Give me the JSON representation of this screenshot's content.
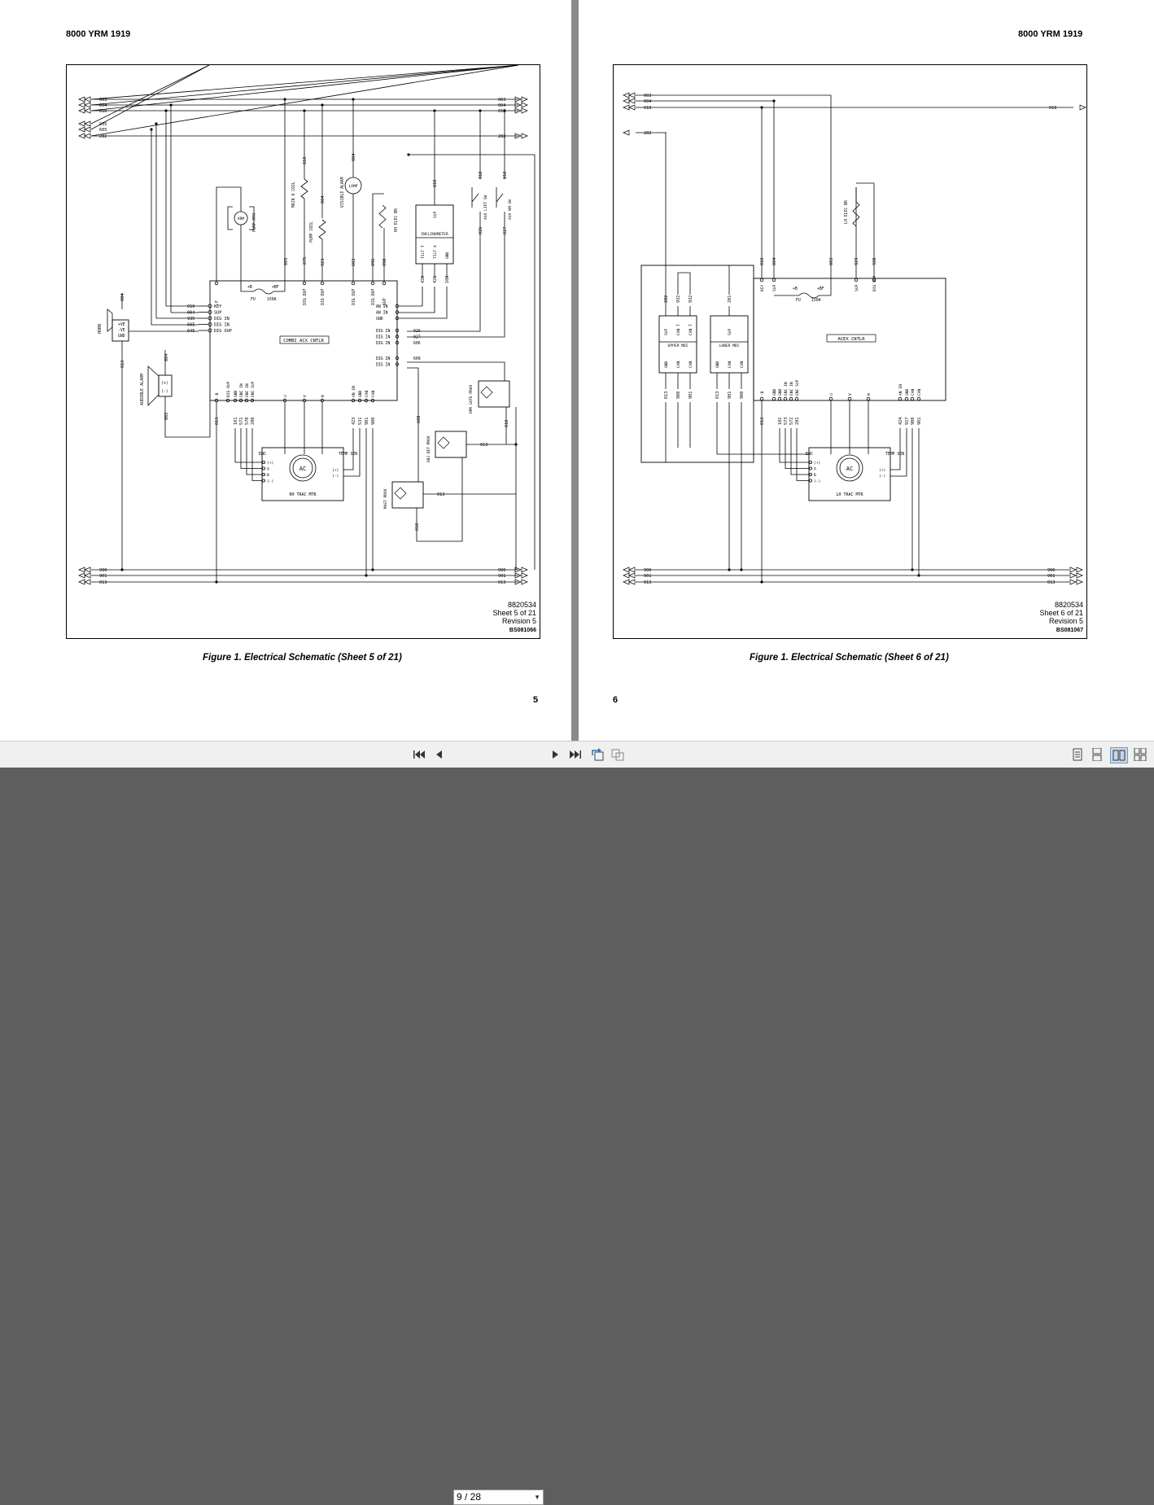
{
  "viewer": {
    "left_page": {
      "header": "8000 YRM 1919",
      "caption": "Figure 1. Electrical Schematic (Sheet 5 of 21)",
      "page_number": "5",
      "drawing_info": {
        "number": "8820534",
        "sheet": "Sheet 5 of 21",
        "revision": "Revision 5",
        "code": "BS081066"
      },
      "schematic": {
        "top_wires": [
          "003",
          "004",
          "010",
          "935",
          "605",
          "282"
        ],
        "bottom_wires": [
          "900",
          "901",
          "013"
        ],
        "controller": "COMBI ACX CNTLR",
        "controller_left_pins": [
          [
            "010",
            "KEY"
          ],
          [
            "004",
            "SUP"
          ],
          [
            "935",
            "DIG IN"
          ],
          [
            "605",
            "DIG IN"
          ],
          [
            "045",
            "DIG OUP"
          ]
        ],
        "controller_top_pins": [
          "-P",
          "DIG OUP",
          "DIG OUP",
          "DIG OUP",
          "DIG OUP",
          "SUP"
        ],
        "controller_right_pins": [
          [
            "AN IN",
            ""
          ],
          [
            "AN IN",
            ""
          ],
          [
            "GND",
            ""
          ],
          [
            "DIG IN",
            "026"
          ],
          [
            "DIG IN",
            "027"
          ],
          [
            "DIG IN",
            "606"
          ],
          [
            "DIG IN",
            "609"
          ],
          [
            "DIG IN",
            ""
          ]
        ],
        "controller_bottom_pins": [
          "-B",
          "DIG OUP",
          "GND",
          "ENC IN",
          "ENC IN",
          "ENC SUP",
          "U",
          "V",
          "W",
          "AN IN",
          "GND",
          "CAN",
          "CAN"
        ],
        "bottom_wire_ids": [
          "013",
          "101",
          "571",
          "570",
          "280",
          "423",
          "531",
          "901",
          "900"
        ],
        "components": {
          "horn": "HORN",
          "horn_pins": [
            "+VE",
            "-VE",
            "GND"
          ],
          "audible_alarm": "AUDIBLE ALARM",
          "pump_motor": "PUMP MTR",
          "main_coil": "MAIN K COIL",
          "pump_coil": "PUMP COIL",
          "visible_alarm": "VISIBLE ALARM",
          "lamp": "LAMP",
          "rh_elec_br": "RH ELEC BR",
          "inclinometer": "INCLINOMETER",
          "inclinometer_pins": [
            "TILT T",
            "TILT X",
            "GND",
            "SUP"
          ],
          "aux_lift_sw": "AUX LIFT SW",
          "aux_wm_sw": "AUX WM SW",
          "fuse": "FU",
          "fuse_rating": "150A",
          "fuse_terms": [
            "+B",
            "+BF"
          ],
          "opr_gate_prox": "OPR GATE PROX",
          "obj_det_prox": "OBJ DET PROX",
          "mast_prox": "MAST PROX",
          "motor": "RH TRAC MTR",
          "motor_center": "AC",
          "enc": "ENC",
          "temp_sen": "TEMP SEN",
          "enc_pins": [
            "(+)",
            "A",
            "B",
            "(-)"
          ]
        },
        "wire_labels": [
          "084",
          "010",
          "604",
          "004",
          "010",
          "004",
          "603",
          "075",
          "923",
          "603",
          "096",
          "098",
          "420",
          "421",
          "103",
          "010",
          "010",
          "010",
          "026",
          "027",
          "013",
          "609",
          "608",
          "013",
          "010",
          "013",
          "010",
          "602"
        ]
      }
    },
    "right_page": {
      "header": "8000 YRM 1919",
      "caption": "Figure 1. Electrical Schematic (Sheet 6 of 21)",
      "page_number": "6",
      "drawing_info": {
        "number": "8820534",
        "sheet": "Sheet 6 of 21",
        "revision": "Revision 5",
        "code": "BS081067"
      },
      "schematic": {
        "top_wires": [
          "003",
          "004",
          "010",
          "282"
        ],
        "bottom_wires": [
          "900",
          "901",
          "013"
        ],
        "controller": "ACEX CNTLR",
        "controller_top_pins": [
          "KEY",
          "SUP",
          "SUP",
          "DIG OUP"
        ],
        "controller_top_wires": [
          "010",
          "004",
          "003",
          "929",
          "928"
        ],
        "controller_bottom_pins": [
          "-B",
          "GND",
          "GND",
          "ENC IN",
          "ENC IN",
          "ENC SUP",
          "U",
          "V",
          "W",
          "AN IN",
          "GND",
          "CAN",
          "CAN"
        ],
        "bottom_wire_ids": [
          "013",
          "102",
          "573",
          "572",
          "281",
          "424",
          "927",
          "900",
          "901"
        ],
        "upper_mdi": "UPPER MDI",
        "upper_mdi_pins": [
          "SUP",
          "CAN T",
          "CAN T",
          "GND",
          "CAN",
          "CAN"
        ],
        "upper_mdi_wires": [
          "282",
          "932",
          "932",
          "013",
          "900",
          "901"
        ],
        "lower_mdi": "LOWER MDI",
        "lower_mdi_pins": [
          "SUP",
          "GND",
          "CAN",
          "CAN"
        ],
        "lower_mdi_wires": [
          "281",
          "013",
          "901",
          "900"
        ],
        "lh_elec_br": "LH ELEC BR",
        "fuse": "FU",
        "fuse_rating": "150A",
        "fuse_terms": [
          "+B",
          "+BF"
        ],
        "motor": "LH TRAC MTR",
        "motor_center": "AC",
        "enc": "ENC",
        "temp_sen": "TEMP SEN",
        "enc_pins": [
          "(+)",
          "A",
          "B",
          "(-)"
        ],
        "right_wire": "010"
      }
    }
  },
  "toolbar": {
    "page_indicator": "9 / 28",
    "icons": [
      "first-page-icon",
      "prev-page-icon",
      "next-page-icon",
      "last-page-icon",
      "rotate-icon",
      "rotate-alt-icon",
      "single-page-icon",
      "continuous-icon",
      "two-page-icon",
      "two-page-continuous-icon"
    ]
  }
}
